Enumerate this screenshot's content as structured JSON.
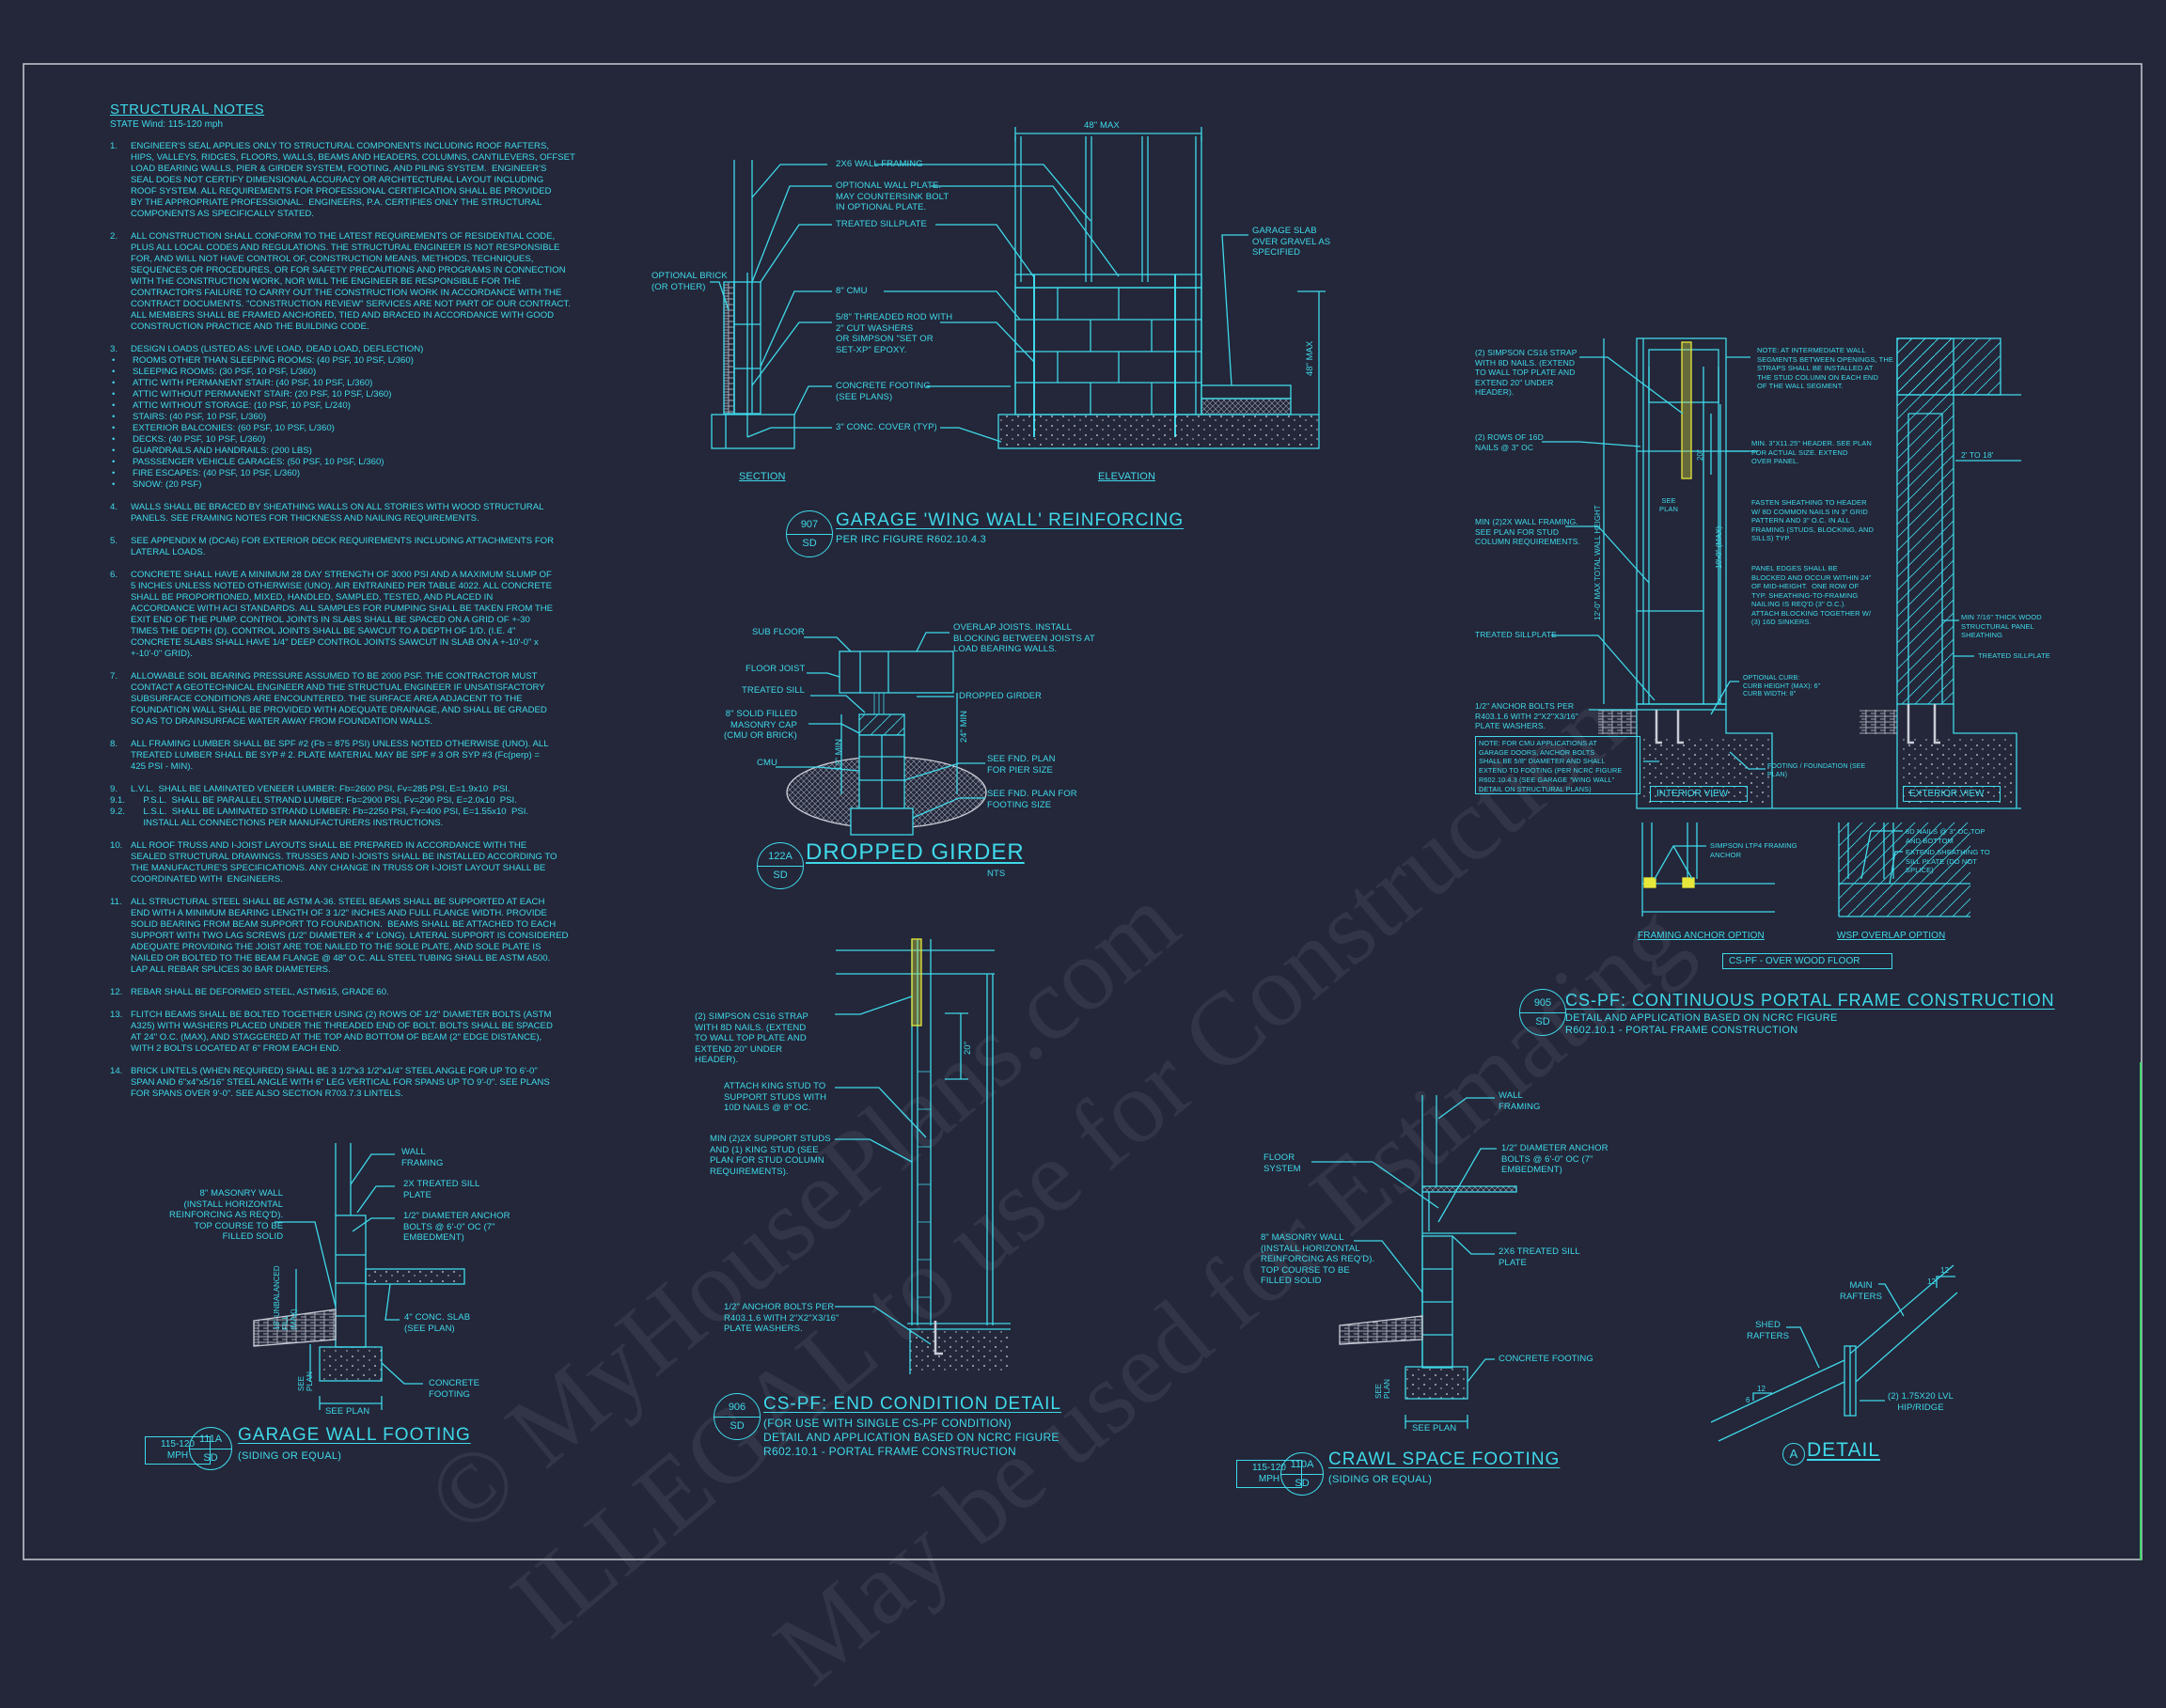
{
  "colors": {
    "background": "#232739",
    "line": "#3fd9ea",
    "strap": "#e8e83a",
    "border": "#c9ccd6"
  },
  "watermark": [
    "© MyHousePlans.com",
    "ILLEGAL to use for Construction",
    "May be used for Estimating"
  ],
  "notes": {
    "title": "STRUCTURAL NOTES",
    "subtitle": "STATE Wind: 115-120 mph",
    "items": [
      {
        "num": "1.",
        "text": "ENGINEER'S SEAL APPLIES ONLY TO STRUCTURAL COMPONENTS INCLUDING ROOF RAFTERS,\nHIPS, VALLEYS, RIDGES, FLOORS, WALLS, BEAMS AND HEADERS, COLUMNS, CANTILEVERS, OFFSET\nLOAD BEARING WALLS, PIER & GIRDER SYSTEM, FOOTING, AND PILING SYSTEM.  ENGINEER'S\nSEAL DOES NOT CERTIFY DIMENSIONAL ACCURACY OR ARCHITECTURAL LAYOUT INCLUDING\nROOF SYSTEM. ALL REQUIREMENTS FOR PROFESSIONAL CERTIFICATION SHALL BE PROVIDED\nBY THE APPROPRIATE PROFESSIONAL.  ENGINEERS, P.A. CERTIFIES ONLY THE STRUCTURAL\nCOMPONENTS AS SPECIFICALLY STATED."
      },
      {
        "num": "2.",
        "text": "ALL CONSTRUCTION SHALL CONFORM TO THE LATEST REQUIREMENTS OF RESIDENTIAL CODE,\nPLUS ALL LOCAL CODES AND REGULATIONS. THE STRUCTURAL ENGINEER IS NOT RESPONSIBLE\nFOR, AND WILL NOT HAVE CONTROL OF, CONSTRUCTION MEANS, METHODS, TECHNIQUES,\nSEQUENCES OR PROCEDURES, OR FOR SAFETY PRECAUTIONS AND PROGRAMS IN CONNECTION\nWITH THE CONSTRUCTION WORK, NOR WILL THE ENGINEER BE RESPONSIBLE FOR THE\nCONTRACTOR'S FAILURE TO CARRY OUT THE CONSTRUCTION WORK IN ACCORDANCE WITH THE\nCONTRACT DOCUMENTS. \"CONSTRUCTION REVIEW\" SERVICES ARE NOT PART OF OUR CONTRACT.\nALL MEMBERS SHALL BE FRAMED ANCHORED, TIED AND BRACED IN ACCORDANCE WITH GOOD\nCONSTRUCTION PRACTICE AND THE BUILDING CODE."
      },
      {
        "num": "3.",
        "text": "DESIGN LOADS (LISTED AS: LIVE LOAD, DEAD LOAD, DEFLECTION)"
      },
      {
        "num": "•",
        "bullet": true,
        "text": "ROOMS OTHER THAN SLEEPING ROOMS: (40 PSF, 10 PSF, L/360)"
      },
      {
        "num": "•",
        "bullet": true,
        "text": "SLEEPING ROOMS: (30 PSF, 10 PSF, L/360)"
      },
      {
        "num": "•",
        "bullet": true,
        "text": "ATTIC WITH PERMANENT STAIR: (40 PSF, 10 PSF, L/360)"
      },
      {
        "num": "•",
        "bullet": true,
        "text": "ATTIC WITHOUT PERMANENT STAIR: (20 PSF, 10 PSF, L/360)"
      },
      {
        "num": "•",
        "bullet": true,
        "text": "ATTIC WITHOUT STORAGE: (10 PSF, 10 PSF, L/240)"
      },
      {
        "num": "•",
        "bullet": true,
        "text": "STAIRS: (40 PSF, 10 PSF, L/360)"
      },
      {
        "num": "•",
        "bullet": true,
        "text": "EXTERIOR BALCONIES: (60 PSF, 10 PSF, L/360)"
      },
      {
        "num": "•",
        "bullet": true,
        "text": "DECKS: (40 PSF, 10 PSF, L/360)"
      },
      {
        "num": "•",
        "bullet": true,
        "text": "GUARDRAILS AND HANDRAILS: (200 LBS)"
      },
      {
        "num": "•",
        "bullet": true,
        "text": "PASSSENGER VEHICLE GARAGES: (50 PSF, 10 PSF, L/360)"
      },
      {
        "num": "•",
        "bullet": true,
        "text": "FIRE ESCAPES: (40 PSF, 10 PSF, L/360)"
      },
      {
        "num": "•",
        "bullet": true,
        "text": "SNOW: (20 PSF)"
      },
      {
        "num": "4.",
        "text": "WALLS SHALL BE BRACED BY SHEATHING WALLS ON ALL STORIES WITH WOOD STRUCTURAL\nPANELS. SEE FRAMING NOTES FOR THICKNESS AND NAILING REQUIREMENTS."
      },
      {
        "num": "5.",
        "text": "SEE APPENDIX M (DCA6) FOR EXTERIOR DECK REQUIREMENTS INCLUDING ATTACHMENTS FOR\nLATERAL LOADS."
      },
      {
        "num": "6.",
        "text": "CONCRETE SHALL HAVE A MINIMUM 28 DAY STRENGTH OF 3000 PSI AND A MAXIMUM SLUMP OF\n5 INCHES UNLESS NOTED OTHERWISE (UNO). AIR ENTRAINED PER TABLE 4022. ALL CONCRETE\nSHALL BE PROPORTIONED, MIXED, HANDLED, SAMPLED, TESTED, AND PLACED IN\nACCORDANCE WITH ACI STANDARDS. ALL SAMPLES FOR PUMPING SHALL BE TAKEN FROM THE\nEXIT END OF THE PUMP. CONTROL JOINTS IN SLABS SHALL BE SPACED ON A GRID OF +-30\nTIMES THE DEPTH (D). CONTROL JOINTS SHALL BE SAWCUT TO A DEPTH OF 1/D. (I.E. 4\"\nCONCRETE SLABS SHALL HAVE 1/4\" DEEP CONTROL JOINTS SAWCUT IN SLAB ON A +-10'-0\" x\n+-10'-0\" GRID)."
      },
      {
        "num": "7.",
        "text": "ALLOWABLE SOIL BEARING PRESSURE ASSUMED TO BE 2000 PSF. THE CONTRACTOR MUST\nCONTACT A GEOTECHNICAL ENGINEER AND THE STRUCTUAL ENGINEER IF UNSATISFACTORY\nSUBSURFACE CONDITIONS ARE ENCOUNTERED. THE SURFACE AREA ADJACENT TO THE\nFOUNDATION WALL SHALL BE PROVIDED WITH ADEQUATE DRAINAGE, AND SHALL BE GRADED\nSO AS TO DRAINSURFACE WATER AWAY FROM FOUNDATION WALLS."
      },
      {
        "num": "8.",
        "text": "ALL FRAMING LUMBER SHALL BE SPF #2 (Fb = 875 PSI) UNLESS NOTED OTHERWISE (UNO). ALL\nTREATED LUMBER SHALL BE SYP # 2. PLATE MATERIAL MAY BE SPF # 3 OR SYP #3 (Fc(perp) =\n425 PSI - MIN)."
      },
      {
        "num": "9.",
        "text": "L.V.L.  SHALL BE LAMINATED VENEER LUMBER: Fb=2600 PSI, Fv=285 PSI, E=1.9x10  PSI."
      },
      {
        "num": "9.1.",
        "cont": true,
        "text": "     P.S.L.  SHALL BE PARALLEL STRAND LUMBER: Fb=2900 PSI, Fv=290 PSI, E=2.0x10  PSI."
      },
      {
        "num": "9.2.",
        "cont": true,
        "text": "     L.S.L.  SHALL BE LAMINATED STRAND LUMBER: Fb=2250 PSI, Fv=400 PSI, E=1.55x10  PSI.\n     INSTALL ALL CONNECTIONS PER MANUFACTURERS INSTRUCTIONS."
      },
      {
        "num": "10.",
        "text": "ALL ROOF TRUSS AND I-JOIST LAYOUTS SHALL BE PREPARED IN ACCORDANCE WITH THE\nSEALED STRUCTURAL DRAWINGS. TRUSSES AND I-JOISTS SHALL BE INSTALLED ACCORDING TO\nTHE MANUFACTURE'S SPECIFICATIONS. ANY CHANGE IN TRUSS OR I-JOIST LAYOUT SHALL BE\nCOORDINATED WITH  ENGINEERS."
      },
      {
        "num": "11.",
        "text": "ALL STRUCTURAL STEEL SHALL BE ASTM A-36. STEEL BEAMS SHALL BE SUPPORTED AT EACH\nEND WITH A MINIMUM BEARING LENGTH OF 3 1/2\" INCHES AND FULL FLANGE WIDTH. PROVIDE\nSOLID BEARING FROM BEAM SUPPORT TO FOUNDATION.  BEAMS SHALL BE ATTACHED TO EACH\nSUPPORT WITH TWO LAG SCREWS (1/2\" DIAMETER x 4\" LONG). LATERAL SUPPORT IS CONSIDERED\nADEQUATE PROVIDING THE JOIST ARE TOE NAILED TO THE SOLE PLATE, AND SOLE PLATE IS\nNAILED OR BOLTED TO THE BEAM FLANGE @ 48\" O.C. ALL STEEL TUBING SHALL BE ASTM A500.\nLAP ALL REBAR SPLICES 30 BAR DIAMETERS."
      },
      {
        "num": "12.",
        "text": "REBAR SHALL BE DEFORMED STEEL, ASTM615, GRADE 60."
      },
      {
        "num": "13.",
        "text": "FLITCH BEAMS SHALL BE BOLTED TOGETHER USING (2) ROWS OF 1/2\" DIAMETER BOLTS (ASTM\nA325) WITH WASHERS PLACED UNDER THE THREADED END OF BOLT. BOLTS SHALL BE SPACED\nAT 24\" O.C. (MAX), AND STAGGERED AT THE TOP AND BOTTOM OF BEAM (2\" EDGE DISTANCE),\nWITH 2 BOLTS LOCATED AT 6\" FROM EACH END."
      },
      {
        "num": "14.",
        "text": "BRICK LINTELS (WHEN REQUIRED) SHALL BE 3 1/2\"x3 1/2\"x1/4\" STEEL ANGLE FOR UP TO 6'-0\"\nSPAN AND 6\"x4\"x5/16\" STEEL ANGLE WITH 6\" LEG VERTICAL FOR SPANS UP TO 9'-0\". SEE PLANS\nFOR SPANS OVER 9'-0\". SEE ALSO SECTION R703.7.3 LINTELS."
      }
    ]
  },
  "wing_wall": {
    "bubble_top": "907",
    "bubble_bottom": "SD",
    "title": "GARAGE 'WING WALL' REINFORCING",
    "subtitle": "PER IRC FIGURE R602.10.4.3",
    "section_label": "SECTION",
    "elevation_label": "ELEVATION",
    "dim_width": "48\" MAX",
    "dim_height": "48\" MAX",
    "labels": {
      "framing": "2x6 WALL FRAMING",
      "wall_plate": "OPTIONAL WALL PLATE.\nMAY COUNTERSINK BOLT\nIN OPTIONAL PLATE.",
      "sillplate": "TREATED SILLPLATE",
      "brick": "OPTIONAL BRICK\n(OR OTHER)",
      "cmu": "8\" CMU",
      "rod": "5/8\" THREADED ROD WITH\n2\" CUT WASHERS\nOR SIMPSON \"SET OR\nSET-XP\" EPOXY.",
      "footing": "CONCRETE FOOTING\n(SEE PLANS)",
      "cover": "3\" CONC. COVER (TYP)",
      "slab": "GARAGE SLAB\nOVER GRAVEL AS\nSPECIFIED"
    }
  },
  "dropped_girder": {
    "bubble_top": "122A",
    "bubble_bottom": "SD",
    "title": "DROPPED GIRDER",
    "scale": "NTS",
    "dim_cap": "12\" MIN",
    "dim_total": "24\" MIN",
    "labels": {
      "sub_floor": "SUB FLOOR",
      "floor_joist": "FLOOR JOIST",
      "treated_sill": "TREATED SILL",
      "cap": "8\" SOLID FILLED\nMASONRY CAP\n(CMU OR BRICK)",
      "cmu": "CMU",
      "overlap": "OVERLAP JOISTS. INSTALL\nBLOCKING BETWEEN JOISTS AT\nLOAD BEARING WALLS.",
      "girder": "DROPPED GIRDER",
      "pier": "SEE FND. PLAN\nFOR PIER SIZE",
      "footing": "SEE FND. PLAN FOR\nFOOTING SIZE"
    }
  },
  "portal_frame": {
    "bubble_top": "905",
    "bubble_bottom": "SD",
    "title": "CS-PF: CONTINUOUS PORTAL FRAME CONSTRUCTION",
    "subtitle": "DETAIL AND APPLICATION BASED ON NCRC FIGURE\nR602.10.1 - PORTAL FRAME CONSTRUCTION",
    "interior_view": "INTERIOR VIEW",
    "exterior_view": "EXTERIOR VIEW",
    "dim_total": "12'-0\" MAX TOTAL WALL HEIGHT",
    "dim_max": "10'-0\" (MAX)",
    "dim_strap": "20\"",
    "see_plan": "SEE\nPLAN",
    "dim_span": "2' TO 18'",
    "labels": {
      "strap": "(2) SIMPSON CS16 STRAP\nWITH 8d NAILS. (EXTEND\nTO WALL TOP PLATE AND\nEXTEND 20\" UNDER\nHEADER).",
      "rows": "(2) ROWS OF 16d\nNAILS @ 3\" OC",
      "framing": "MIN (2)2X WALL FRAMING.\nSEE PLAN FOR STUD\nCOLUMN REQUIREMENTS.",
      "sillplate": "TREATED SILLPLATE",
      "anchor": "1/2\" ANCHOR BOLTS PER\nR403.1.6 WITH 2\"x2\"x3/16\"\nPLATE WASHERS.",
      "note_cmu": "NOTE: FOR CMU APPLICATIONS AT\nGARAGE DOORS, ANCHOR BOLTS\nSHALL BE 5/8\" DIAMETER AND SHALL\nEXTEND TO FOOTING (PER NCRC FIGURE\nR602.10.4.3 (SEE GARAGE \"WING WALL\"\nDETAIL ON STRUCTURAL PLANS)",
      "note_intermediate": "NOTE: AT INTERMEDIATE WALL\nSEGMENTS BETWEEN OPENINGS, THE\nSTRAPS SHALL BE INSTALLED AT\nTHE STUD COLUMN ON EACH END\nOF THE WALL SEGMENT.",
      "header": "MIN. 3\"x11.25\" HEADER. SEE PLAN\nFOR ACTUAL SIZE. EXTEND\nOVER PANEL.",
      "fasten": "FASTEN SHEATHING TO HEADER\nW/ 8d COMMON NAILS IN 3\" GRID\nPATTERN AND 3\" O.C. IN ALL\nFRAMING (STUDS, BLOCKING, AND\nSILLS) TYP.",
      "panel_edges": "PANEL EDGES SHALL BE\nBLOCKED AND OCCUR WITHIN 24\"\nOF MID-HEIGHT.  ONE ROW OF\nTYP. SHEATHING-TO-FRAMING\nNAILING IS REQ'D (3\" O.C.).\nATTACH BLOCKING TOGETHER W/\n(3) 16d SINKERS.",
      "curb": "OPTIONAL CURB:\nCURB HEIGHT (MAX): 6\"\nCURB WIDTH: 8\"",
      "foundation": "FOOTING / FOUNDATION (SEE\nPLAN)",
      "sheathing": "MIN 7/16\" THICK WOOD\nSTRUCTURAL PANEL\nSHEATHING",
      "ext_sillplate": "TREATED SILLPLATE"
    },
    "framing_anchor_option": "FRAMING ANCHOR OPTION",
    "ltp4": "SIMPSON LTP4 FRAMING\nANCHOR",
    "wsp_overlap_option": "WSP OVERLAP OPTION",
    "nails_top_bottom": "8d NAILS @ 3\" OC TOP\nAND BOTTOM",
    "extend_sheathing": "EXTEND SHEATHING TO\nSILL PLATE (DO NOT\nSPLICE)",
    "over_wood_floor": "CS-PF - OVER WOOD FLOOR"
  },
  "end_condition": {
    "bubble_top": "906",
    "bubble_bottom": "SD",
    "title": "CS-PF: END CONDITION DETAIL",
    "subtitle": "(FOR USE WITH SINGLE CS-PF CONDITION)\nDETAIL AND APPLICATION BASED ON NCRC FIGURE\nR602.10.1 - PORTAL FRAME CONSTRUCTION",
    "dim_strap": "20\"",
    "labels": {
      "strap": "(2) SIMPSON CS16 STRAP\nWITH 8d NAILS. (EXTEND\nTO WALL TOP PLATE AND\nEXTEND 20\" UNDER\nHEADER).",
      "king": "ATTACH KING STUD TO\nSUPPORT STUDS WITH\n10d NAILS @ 8\" OC.",
      "support": "MIN (2)2X SUPPORT STUDS\nAND (1) KING STUD (SEE\nPLAN FOR STUD COLUMN\nREQUIREMENTS).",
      "anchor": "1/2\" ANCHOR BOLTS PER\nR403.1.6 WITH 2\"x2\"x3/16\"\nPLATE WASHERS."
    }
  },
  "garage_footing": {
    "wind": "115-120\nMPH",
    "bubble_top": "111A",
    "bubble_bottom": "SD",
    "title": "GARAGE WALL FOOTING",
    "subtitle": "(SIDING OR EQUAL)",
    "dim_fill": "16\" UNBALANCED\nFILL\n(MAX)",
    "dim_see_plan_v": "SEE\nPLAN",
    "dim_see_plan": "SEE PLAN",
    "labels": {
      "framing": "WALL\nFRAMING",
      "sill": "2x TREATED SILL\nPLATE",
      "anchor": "1/2\" DIAMETER ANCHOR\nBOLTS @ 6'-0\" OC (7\"\nEMBEDMENT)",
      "masonry": "8\" MASONRY WALL\n(INSTALL HORIZONTAL\nREINFORCING AS REQ'D).\nTOP COURSE TO BE\nFILLED SOLID",
      "slab": "4\" CONC. SLAB\n(SEE PLAN)",
      "footing": "CONCRETE\nFOOTING"
    }
  },
  "crawl_footing": {
    "wind": "115-120\nMPH",
    "bubble_top": "110A",
    "bubble_bottom": "SD",
    "title": "CRAWL SPACE FOOTING",
    "subtitle": "(SIDING OR EQUAL)",
    "dim_see_plan_v": "SEE\nPLAN",
    "dim_see_plan": "SEE PLAN",
    "labels": {
      "framing": "WALL\nFRAMING",
      "floor": "FLOOR\nSYSTEM",
      "anchor": "1/2\" DIAMETER ANCHOR\nBOLTS @ 6'-0\" OC (7\"\nEMBEDMENT)",
      "masonry": "8\" MASONRY WALL\n(INSTALL HORIZONTAL\nREINFORCING AS REQ'D).\nTOP COURSE TO BE\nFILLED SOLID",
      "sill": "2x6 TREATED SILL\nPLATE",
      "footing": "CONCRETE FOOTING"
    }
  },
  "detail_a": {
    "bubble": "A",
    "title": "DETAIL",
    "labels": {
      "main": "MAIN\nRAFTERS",
      "shed": "SHED\nRAFTERS",
      "ridge": "(2) 1.75x20 LVL\nHIP/RIDGE",
      "slope_main_run": "12",
      "slope_main_rise": "12",
      "slope_shed_run": "12",
      "slope_shed_rise": "6"
    }
  }
}
